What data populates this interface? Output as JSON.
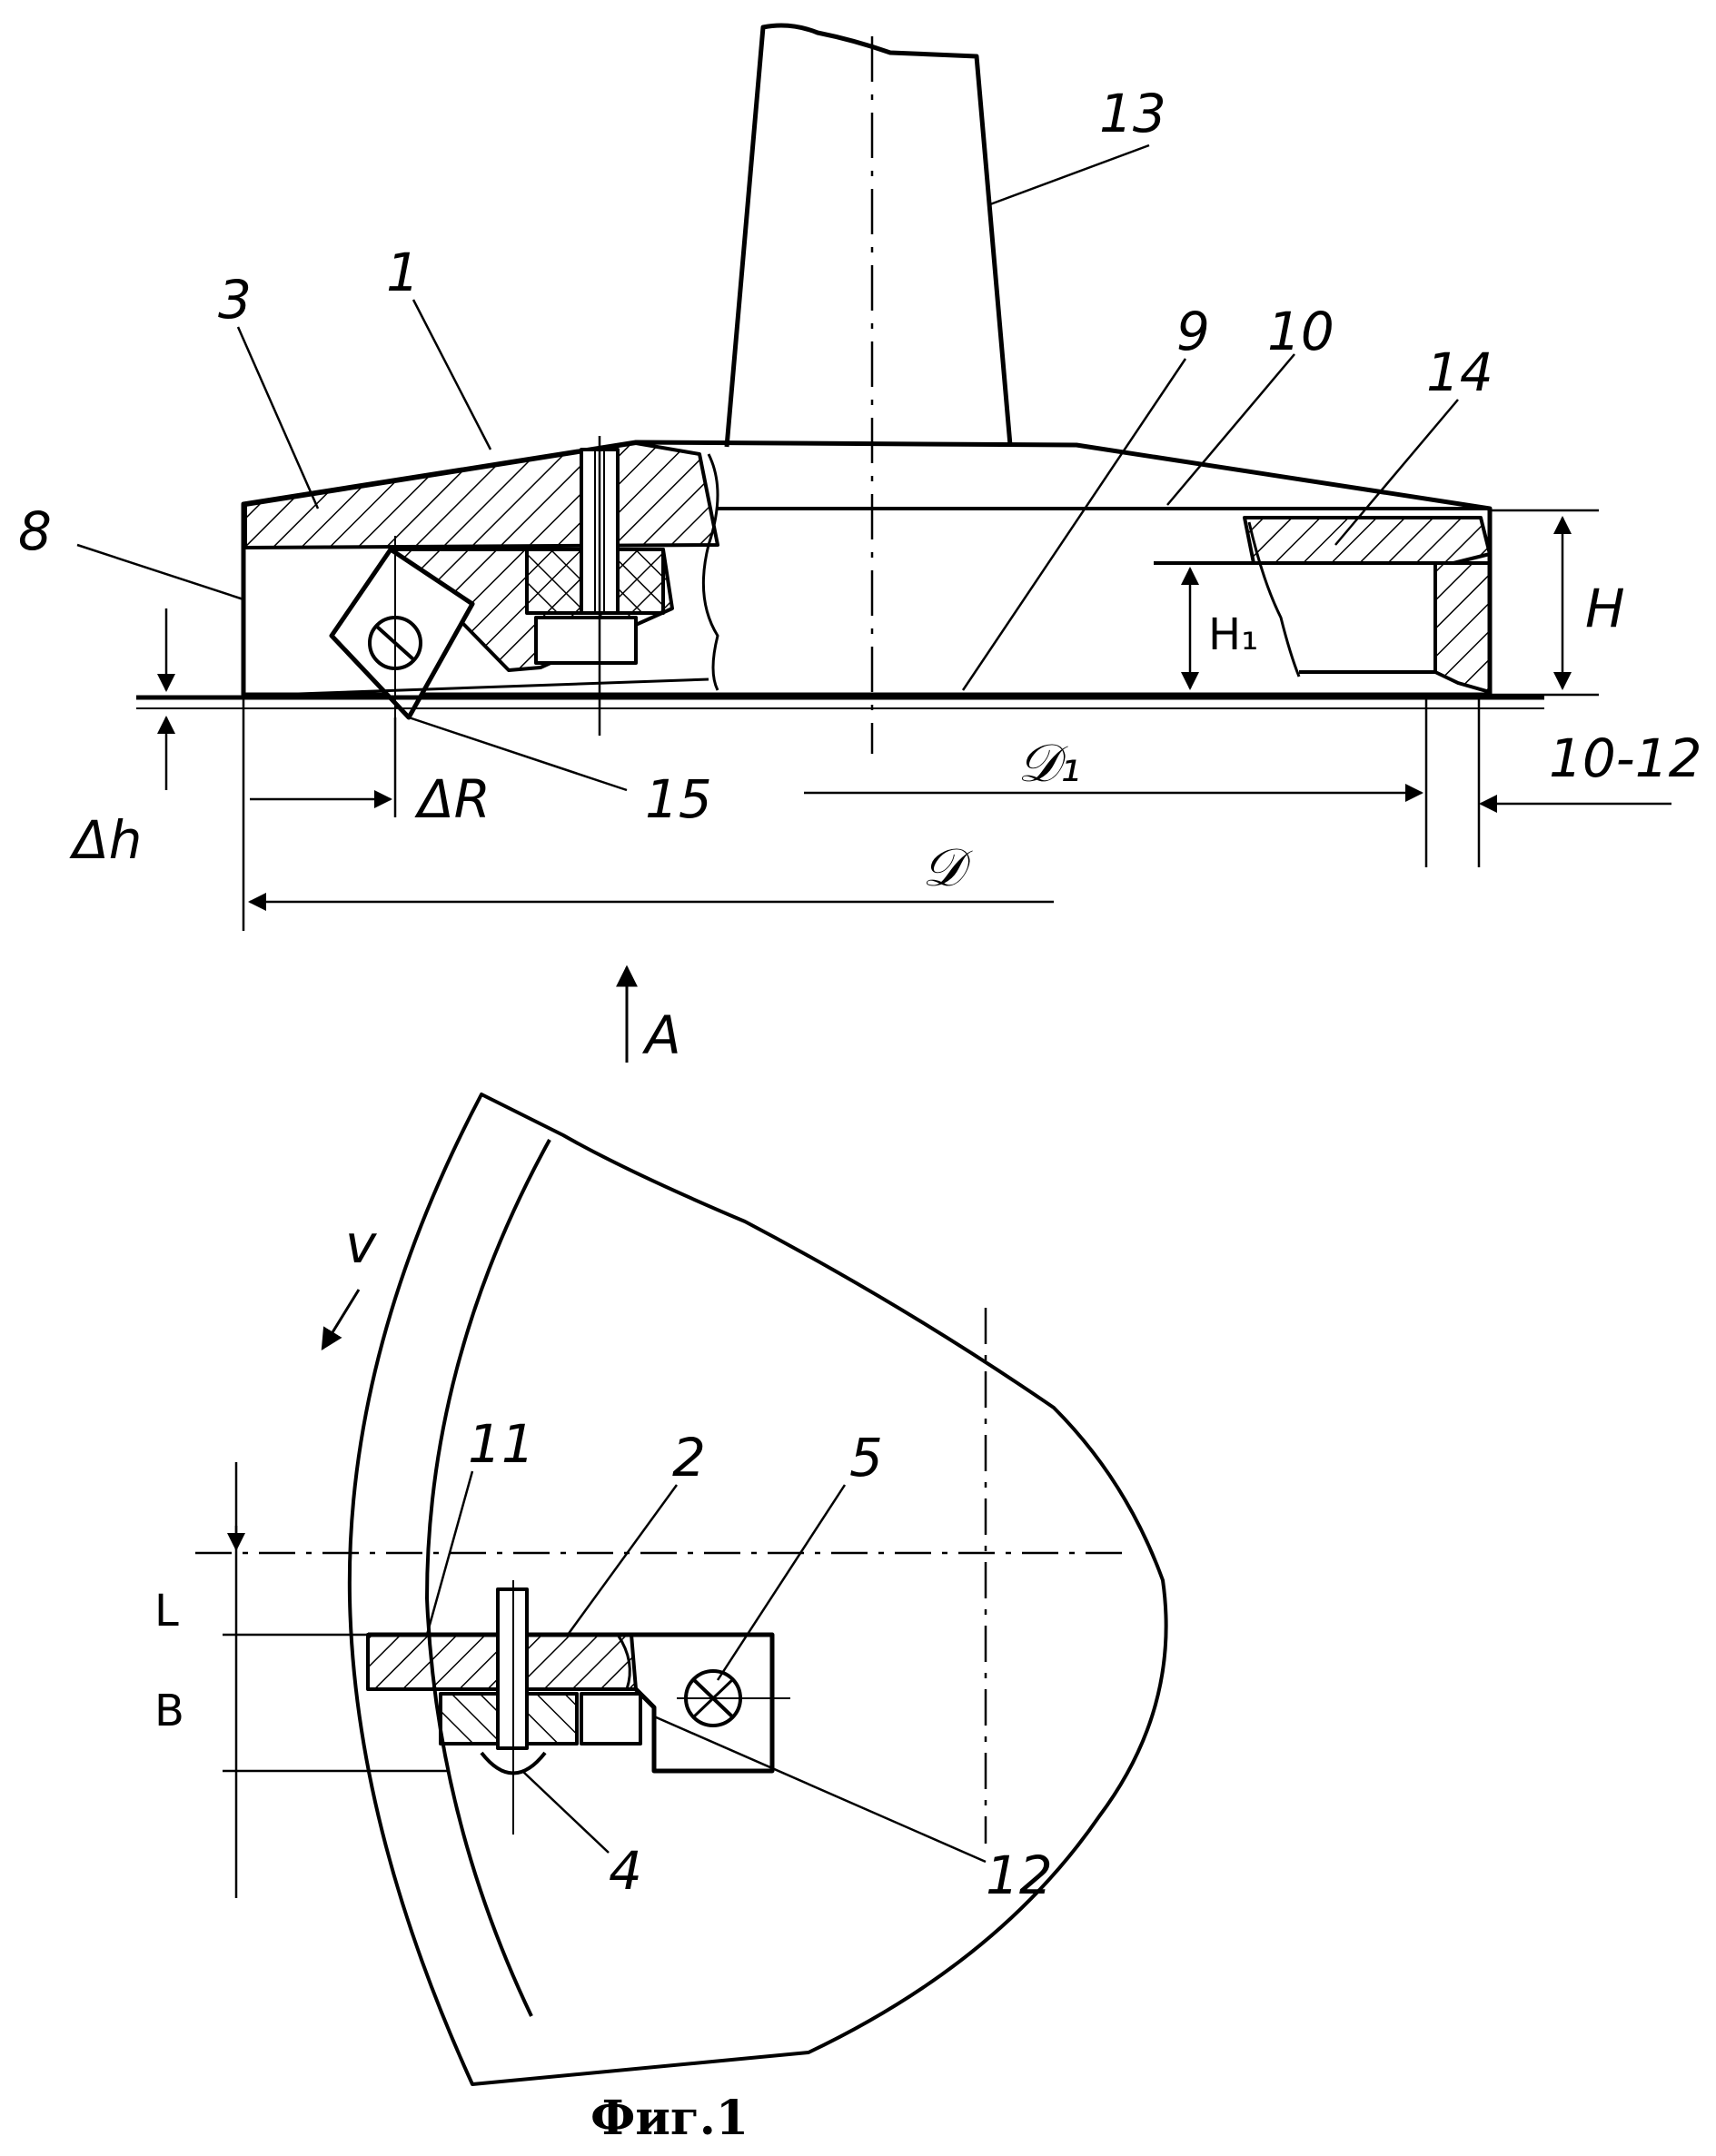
{
  "figure": {
    "caption": "Фиг.1",
    "top_view": {
      "labels": {
        "part_13": "13",
        "part_1": "1",
        "part_3": "3",
        "part_9": "9",
        "part_10": "10",
        "part_14": "14",
        "part_8": "8",
        "part_15": "15",
        "dim_H": "H",
        "dim_H1": "H₁",
        "dim_D1": "𝒟₁",
        "dim_D": "𝒟",
        "dim_10_12": "10-12",
        "dim_delta_h": "Δh",
        "dim_delta_R": "ΔR",
        "view_A": "A"
      }
    },
    "bottom_view": {
      "labels": {
        "velocity": "v",
        "part_11": "11",
        "part_2": "2",
        "part_5": "5",
        "part_4": "4",
        "part_12": "12",
        "dim_L": "L",
        "dim_B": "B"
      }
    }
  },
  "colors": {
    "ink": "#000000",
    "paper": "#ffffff"
  }
}
